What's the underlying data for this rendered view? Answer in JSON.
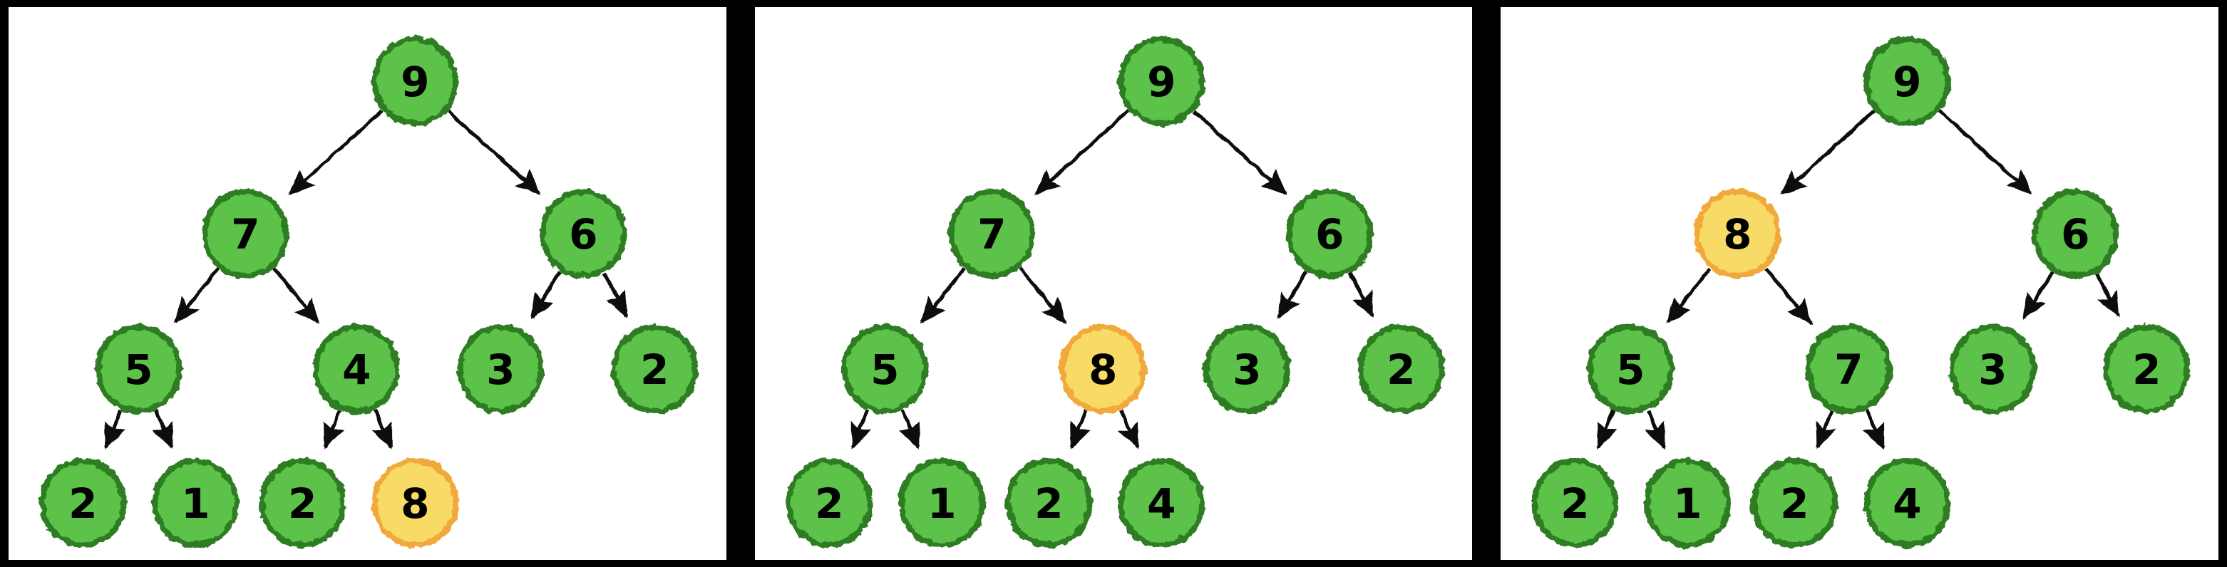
{
  "diagram": {
    "type": "binary-tree-step-sequence",
    "colors": {
      "page_background": "#000000",
      "panel_background": "#ffffff",
      "node_fill": "#5cc24a",
      "node_border": "#2e7d22",
      "highlighted_node_fill": "#f8da66",
      "highlighted_node_border": "#f2a93b",
      "arrow_color": "#0d0d0d",
      "label_color": "#000000"
    },
    "node_positions_order": [
      "root",
      "root.left",
      "root.right",
      "root.left.left",
      "root.left.right",
      "root.right.left",
      "root.right.right",
      "root.left.left.left",
      "root.left.left.right",
      "root.left.right.left",
      "root.left.right.right"
    ],
    "edges": [
      [
        0,
        1
      ],
      [
        0,
        2
      ],
      [
        1,
        3
      ],
      [
        1,
        4
      ],
      [
        2,
        5
      ],
      [
        2,
        6
      ],
      [
        3,
        7
      ],
      [
        3,
        8
      ],
      [
        4,
        9
      ],
      [
        4,
        10
      ]
    ],
    "panels": [
      {
        "name": "step-1",
        "node_values": [
          "9",
          "7",
          "6",
          "5",
          "4",
          "3",
          "2",
          "2",
          "1",
          "2",
          "8"
        ],
        "highlighted_index": 10
      },
      {
        "name": "step-2",
        "node_values": [
          "9",
          "7",
          "6",
          "5",
          "8",
          "3",
          "2",
          "2",
          "1",
          "2",
          "4"
        ],
        "highlighted_index": 4
      },
      {
        "name": "step-3",
        "node_values": [
          "9",
          "8",
          "6",
          "5",
          "7",
          "3",
          "2",
          "2",
          "1",
          "2",
          "4"
        ],
        "highlighted_index": 1
      }
    ]
  }
}
